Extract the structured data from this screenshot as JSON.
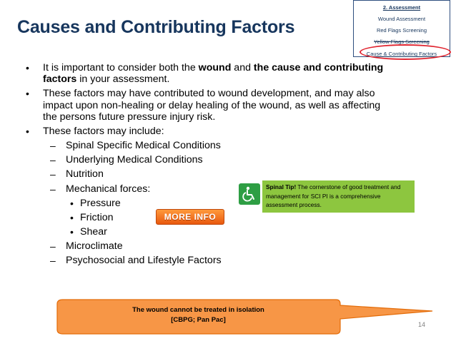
{
  "slide": {
    "title": "Causes and Contributing Factors",
    "page_number": "14"
  },
  "nav": {
    "heading": "2. Assessment",
    "items": [
      "Wound Assessment",
      "Red Flags Screening",
      "Yellow Flags Screening",
      "Cause & Contributing Factors"
    ],
    "highlight_color": "#e0242f"
  },
  "bullets": {
    "b1_l1_pre": "It is important to consider both the ",
    "b1_l1_bold1": "wound",
    "b1_l1_mid": " and ",
    "b1_l1_bold2": "the cause and contributing",
    "b1_l2_bold": "factors",
    "b1_l2_post": " in your assessment.",
    "b2_l1": "These factors may have contributed to wound development, and may also",
    "b2_l2": "impact upon non-healing or delay healing of the wound, as well as affecting",
    "b2_l3": "the persons future pressure injury risk.",
    "b3_l1": "These factors may include:",
    "sub_items": [
      "Spinal Specific Medical Conditions",
      "Underlying Medical Conditions",
      "Nutrition",
      "Mechanical forces:"
    ],
    "mechanical_items": [
      "Pressure",
      "Friction",
      "Shear"
    ],
    "sub_items_after": [
      "Microclimate",
      "Psychosocial and Lifestyle Factors"
    ]
  },
  "more_info": {
    "label": "MORE INFO"
  },
  "tip": {
    "icon": "wheelchair-icon",
    "label": "Spinal Tip!",
    "text": " The cornerstone of good treatment and management for SCI PI is a comprehensive assessment process.",
    "bg_color": "#8dc63f",
    "icon_color": "#2e9e44"
  },
  "callout": {
    "line1": "The wound cannot be treated in isolation",
    "line2": "[CBPG; Pan Pac]",
    "fill_color": "#f79646",
    "border_color": "#e36c09"
  }
}
